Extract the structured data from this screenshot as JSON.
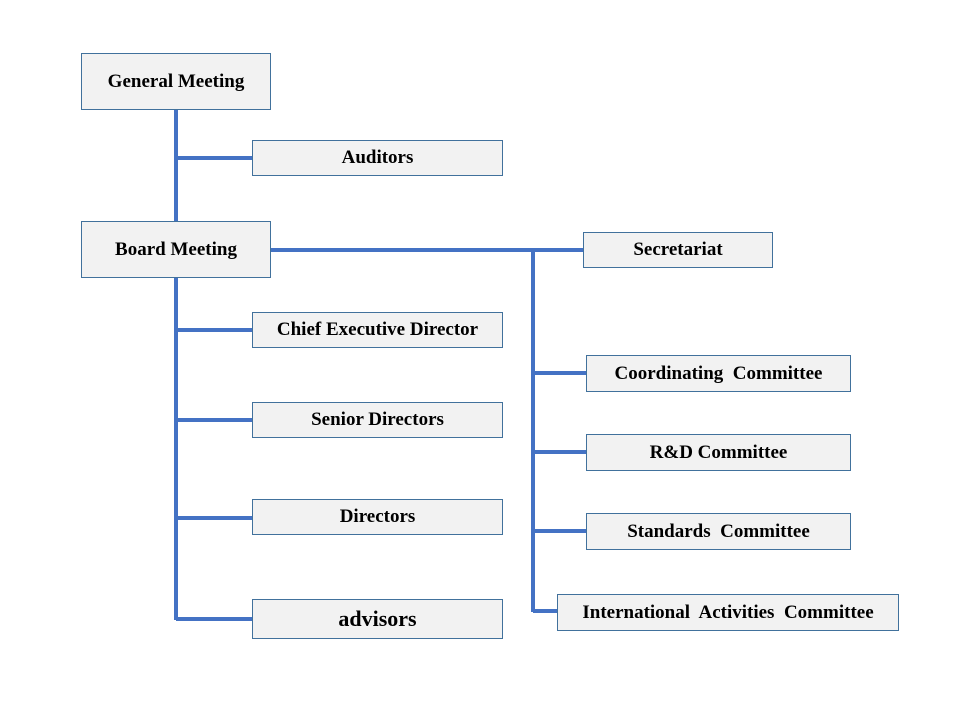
{
  "colors": {
    "line": "#4472c4",
    "box_fill": "#f2f2f2",
    "box_border": "#41719c"
  },
  "org": {
    "general_meeting": "General Meeting",
    "auditors": "Auditors",
    "board_meeting": "Board Meeting",
    "secretariat": "Secretariat",
    "chief_executive_director": "Chief Executive Director",
    "senior_directors": "Senior Directors",
    "directors": "Directors",
    "advisors": "advisors",
    "coordinating_committee": "Coordinating  Committee",
    "rd_committee": "R&D Committee",
    "standards_committee": "Standards  Committee",
    "international_activities_committee": "International  Activities  Committee"
  }
}
